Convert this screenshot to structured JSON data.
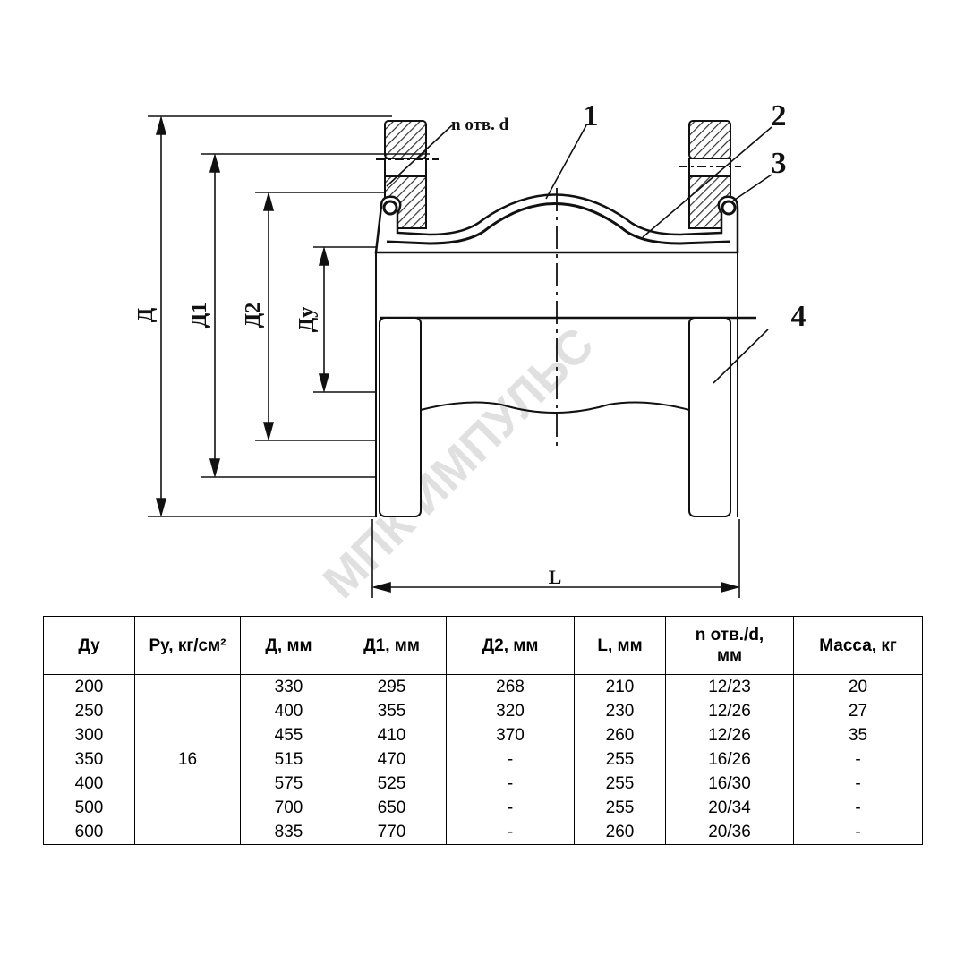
{
  "drawing": {
    "labels": {
      "D": "Д",
      "D1": "Д1",
      "D2": "Д2",
      "Dy": "Ду",
      "L": "L",
      "holes": "n отв. d",
      "callout_1": "1",
      "callout_2": "2",
      "callout_3": "3",
      "callout_4": "4"
    },
    "watermark": "МПК ИМПУЛЬС",
    "colors": {
      "line": "#111111",
      "hatch": "#333333",
      "watermark": "#d9d9d9"
    }
  },
  "table": {
    "headers": [
      "Ду",
      "Ру, кг/см²",
      "Д, мм",
      "Д1, мм",
      "Д2, мм",
      "L, мм",
      "n отв./d, мм",
      "Масса, кг"
    ],
    "ru_value": "16",
    "rows": [
      {
        "du": "200",
        "d": "330",
        "d1": "295",
        "d2": "268",
        "l": "210",
        "holes": "12/23",
        "mass": "20"
      },
      {
        "du": "250",
        "d": "400",
        "d1": "355",
        "d2": "320",
        "l": "230",
        "holes": "12/26",
        "mass": "27"
      },
      {
        "du": "300",
        "d": "455",
        "d1": "410",
        "d2": "370",
        "l": "260",
        "holes": "12/26",
        "mass": "35"
      },
      {
        "du": "350",
        "d": "515",
        "d1": "470",
        "d2": "-",
        "l": "255",
        "holes": "16/26",
        "mass": "-"
      },
      {
        "du": "400",
        "d": "575",
        "d1": "525",
        "d2": "-",
        "l": "255",
        "holes": "16/30",
        "mass": "-"
      },
      {
        "du": "500",
        "d": "700",
        "d1": "650",
        "d2": "-",
        "l": "255",
        "holes": "20/34",
        "mass": "-"
      },
      {
        "du": "600",
        "d": "835",
        "d1": "770",
        "d2": "-",
        "l": "260",
        "holes": "20/36",
        "mass": "-"
      }
    ]
  }
}
